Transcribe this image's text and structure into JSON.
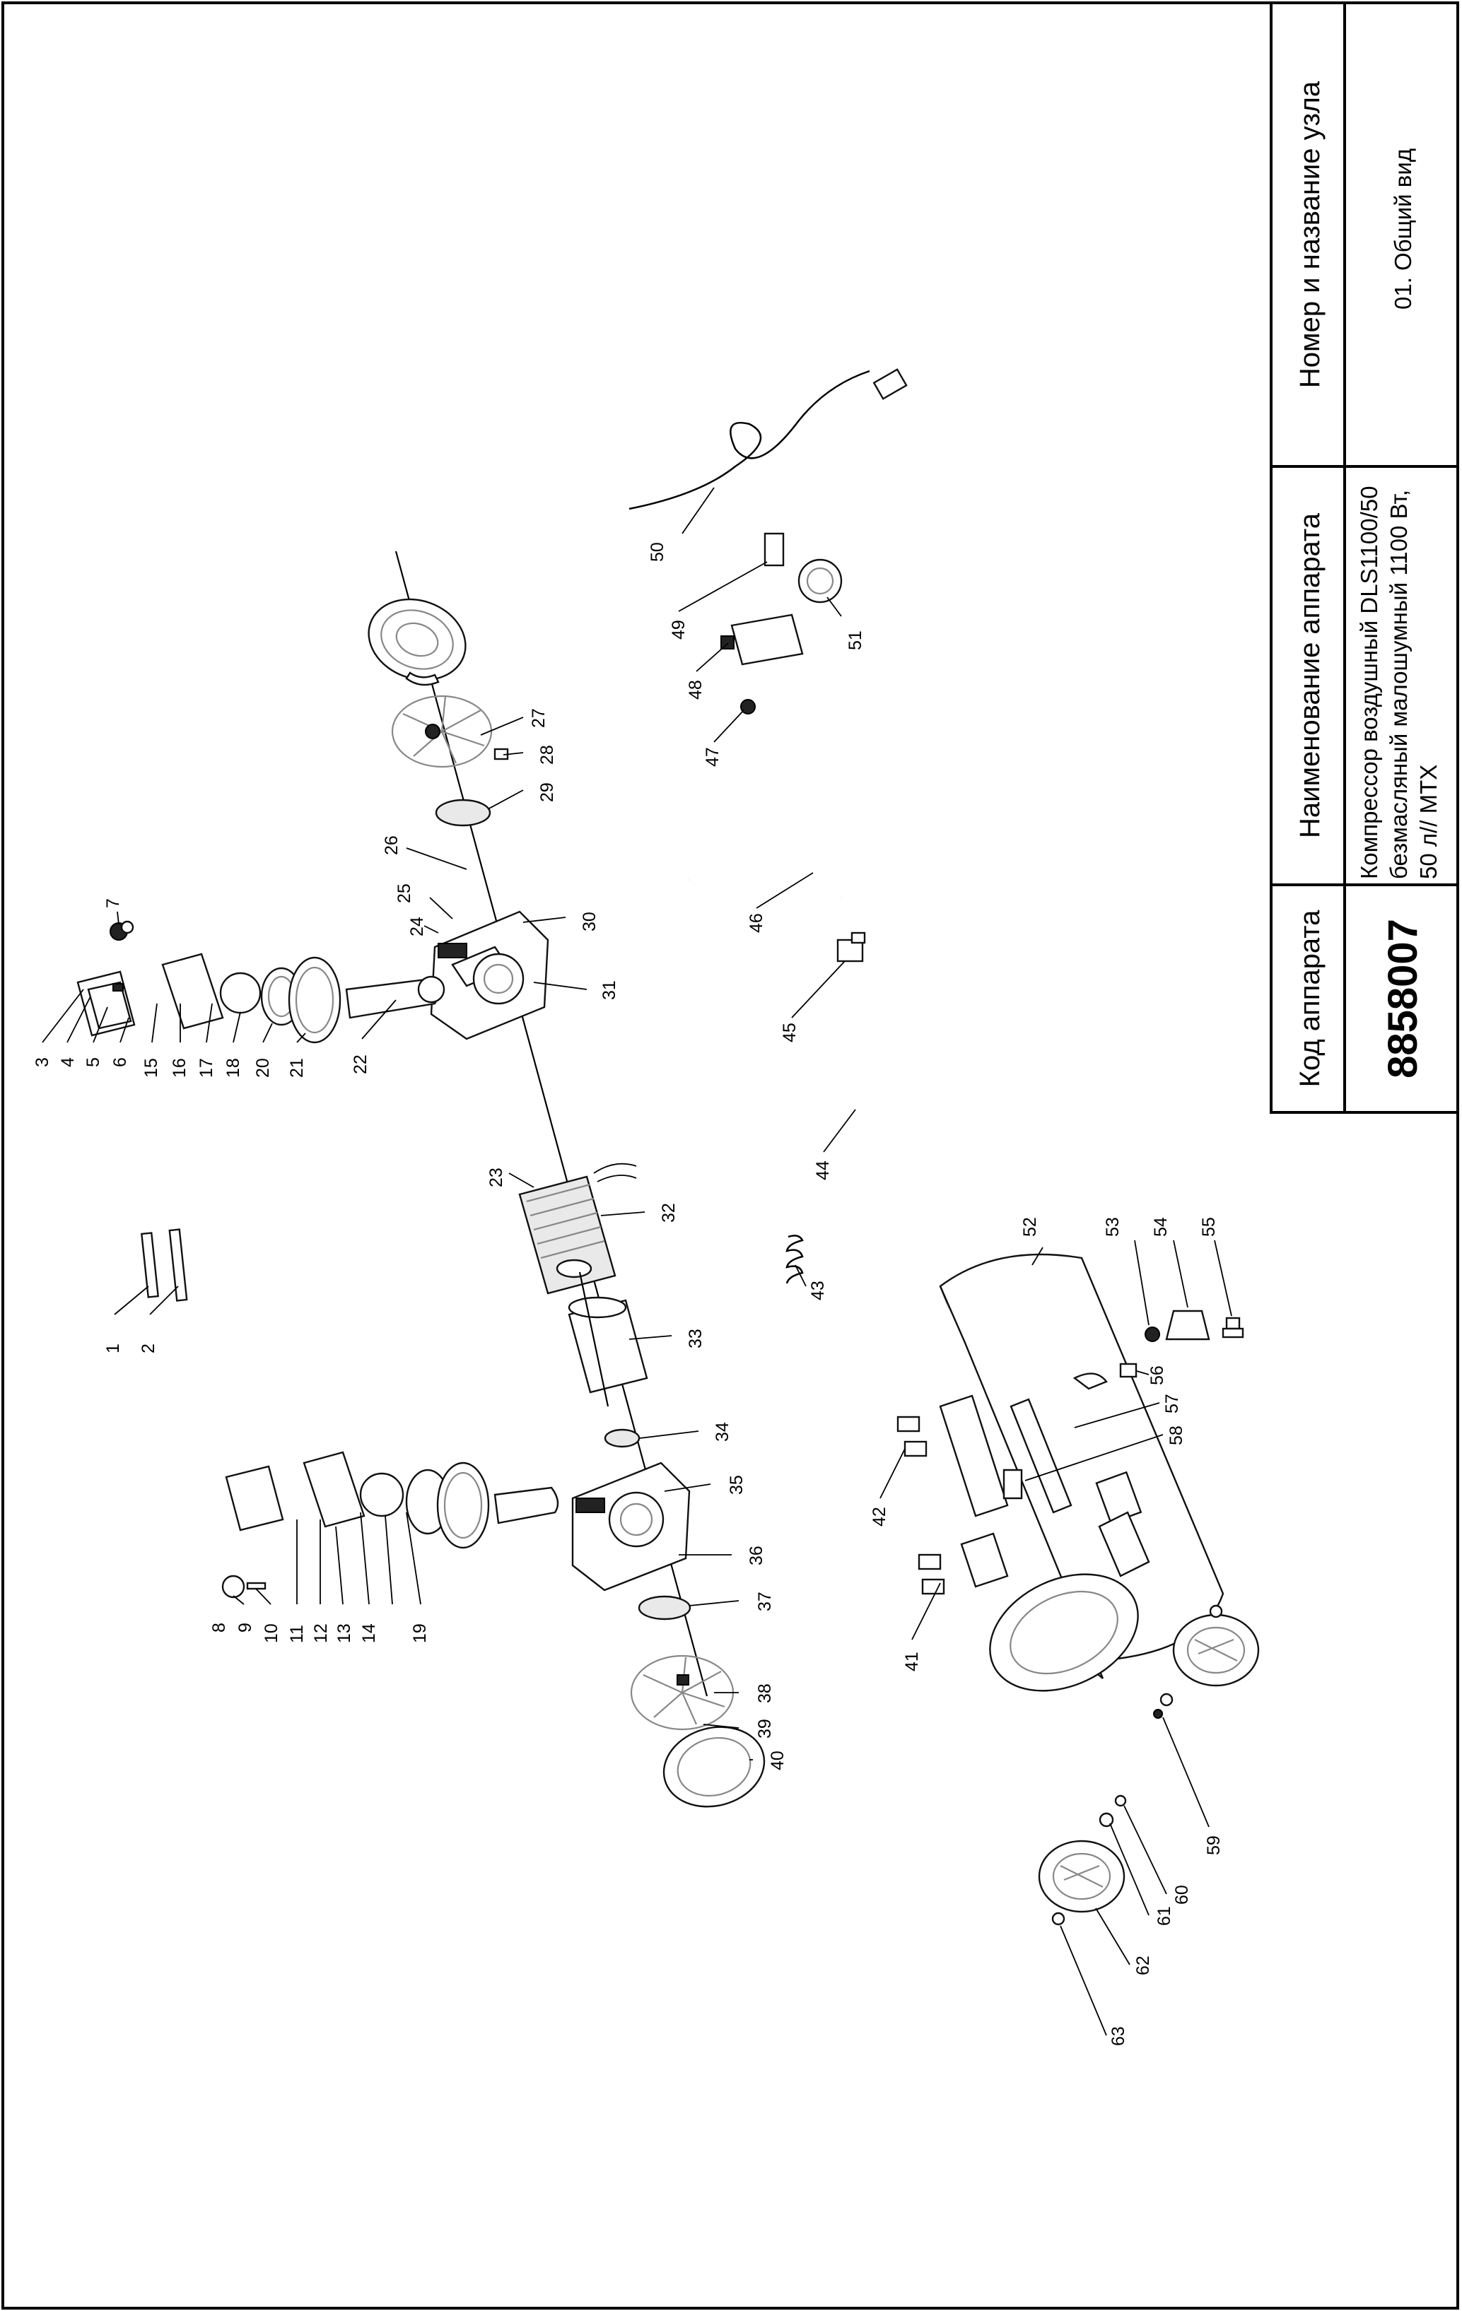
{
  "title_block": {
    "code_label": "Код аппарата",
    "code_value": "8858007",
    "name_label": "Наименование аппарата",
    "name_lines": [
      "Компрессор воздушный DLS1100/50",
      "безмасляный малошумный  1100 Вт,",
      "50 л// MTX"
    ],
    "unit_label": "Номер и название узла",
    "unit_value": "01. Общий вид"
  },
  "callouts": [
    "1",
    "2",
    "3",
    "4",
    "5",
    "6",
    "7",
    "8",
    "9",
    "10",
    "11",
    "12",
    "13",
    "14",
    "15",
    "16",
    "17",
    "18",
    "19",
    "20",
    "21",
    "22",
    "23",
    "24",
    "25",
    "26",
    "27",
    "28",
    "29",
    "30",
    "31",
    "32",
    "33",
    "34",
    "35",
    "36",
    "37",
    "38",
    "39",
    "40",
    "41",
    "42",
    "43",
    "44",
    "45",
    "46",
    "47",
    "48",
    "49",
    "50",
    "51",
    "52",
    "53",
    "54",
    "55",
    "56",
    "57",
    "58",
    "59",
    "60",
    "61",
    "62",
    "63"
  ]
}
